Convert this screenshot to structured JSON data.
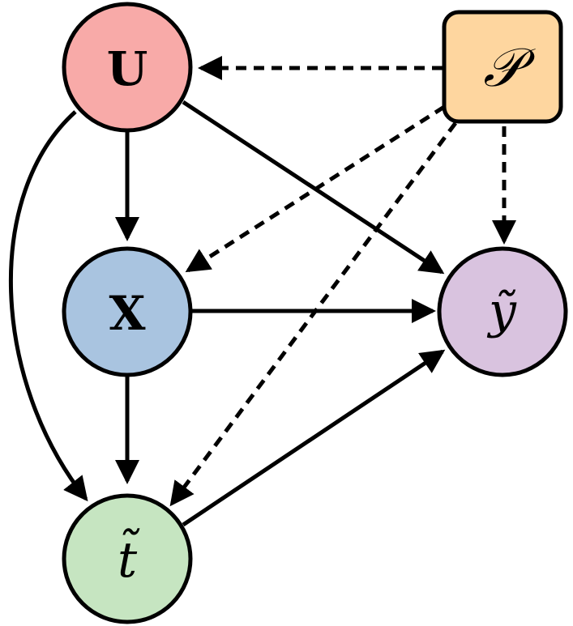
{
  "nodes": {
    "u": {
      "label": "U",
      "color": "#f8aaa8"
    },
    "x": {
      "label": "X",
      "color": "#a9c4e0"
    },
    "t": {
      "label": "t̃",
      "color": "#c6e5c1"
    },
    "y": {
      "label": "ỹ",
      "color": "#d9c3df"
    },
    "p": {
      "label": "𝒫",
      "color": "#fed69f"
    }
  },
  "edges": [
    {
      "from": "u",
      "to": "x",
      "style": "solid"
    },
    {
      "from": "u",
      "to": "y",
      "style": "solid"
    },
    {
      "from": "u",
      "to": "t",
      "style": "solid"
    },
    {
      "from": "x",
      "to": "y",
      "style": "solid"
    },
    {
      "from": "x",
      "to": "t",
      "style": "solid"
    },
    {
      "from": "t",
      "to": "y",
      "style": "solid"
    },
    {
      "from": "p",
      "to": "u",
      "style": "dashed"
    },
    {
      "from": "p",
      "to": "x",
      "style": "dashed"
    },
    {
      "from": "p",
      "to": "t",
      "style": "dashed"
    },
    {
      "from": "p",
      "to": "y",
      "style": "dashed"
    }
  ]
}
